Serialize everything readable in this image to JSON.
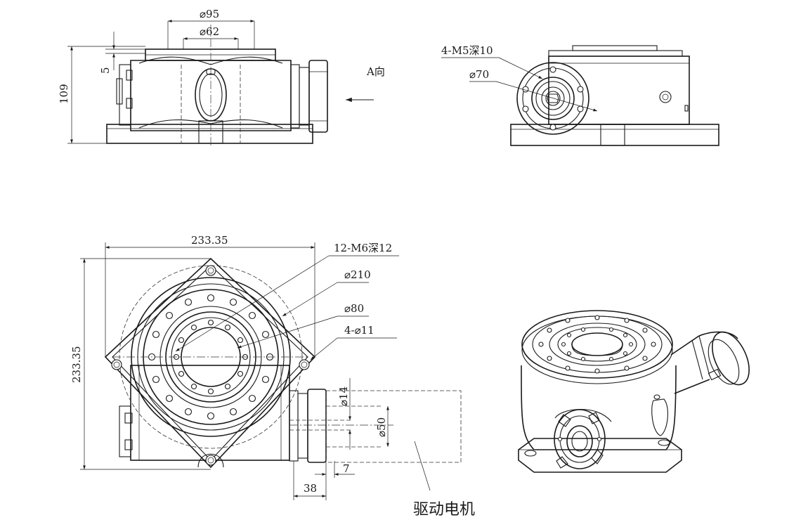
{
  "front_view": {
    "dim_outer_dia": "⌀95",
    "dim_inner_dia": "⌀62",
    "dim_step": "5",
    "dim_height": "109",
    "direction_label": "A向"
  },
  "side_view": {
    "dim_thread": "4-M5深10",
    "dim_flange_dia": "⌀70"
  },
  "top_view": {
    "dim_width": "233.35",
    "dim_height": "233.35",
    "dim_thread": "12-M6深12",
    "dim_bolt_circle": "⌀210",
    "dim_bore": "⌀80",
    "dim_mount_holes": "4-⌀11",
    "dim_shaft_dia": "⌀14",
    "dim_spigot_dia": "⌀50",
    "dim_spigot_len": "7",
    "dim_flange_len": "38",
    "motor_label": "驱动电机"
  },
  "colors": {
    "line": "#1a1a1a",
    "background": "#ffffff"
  }
}
